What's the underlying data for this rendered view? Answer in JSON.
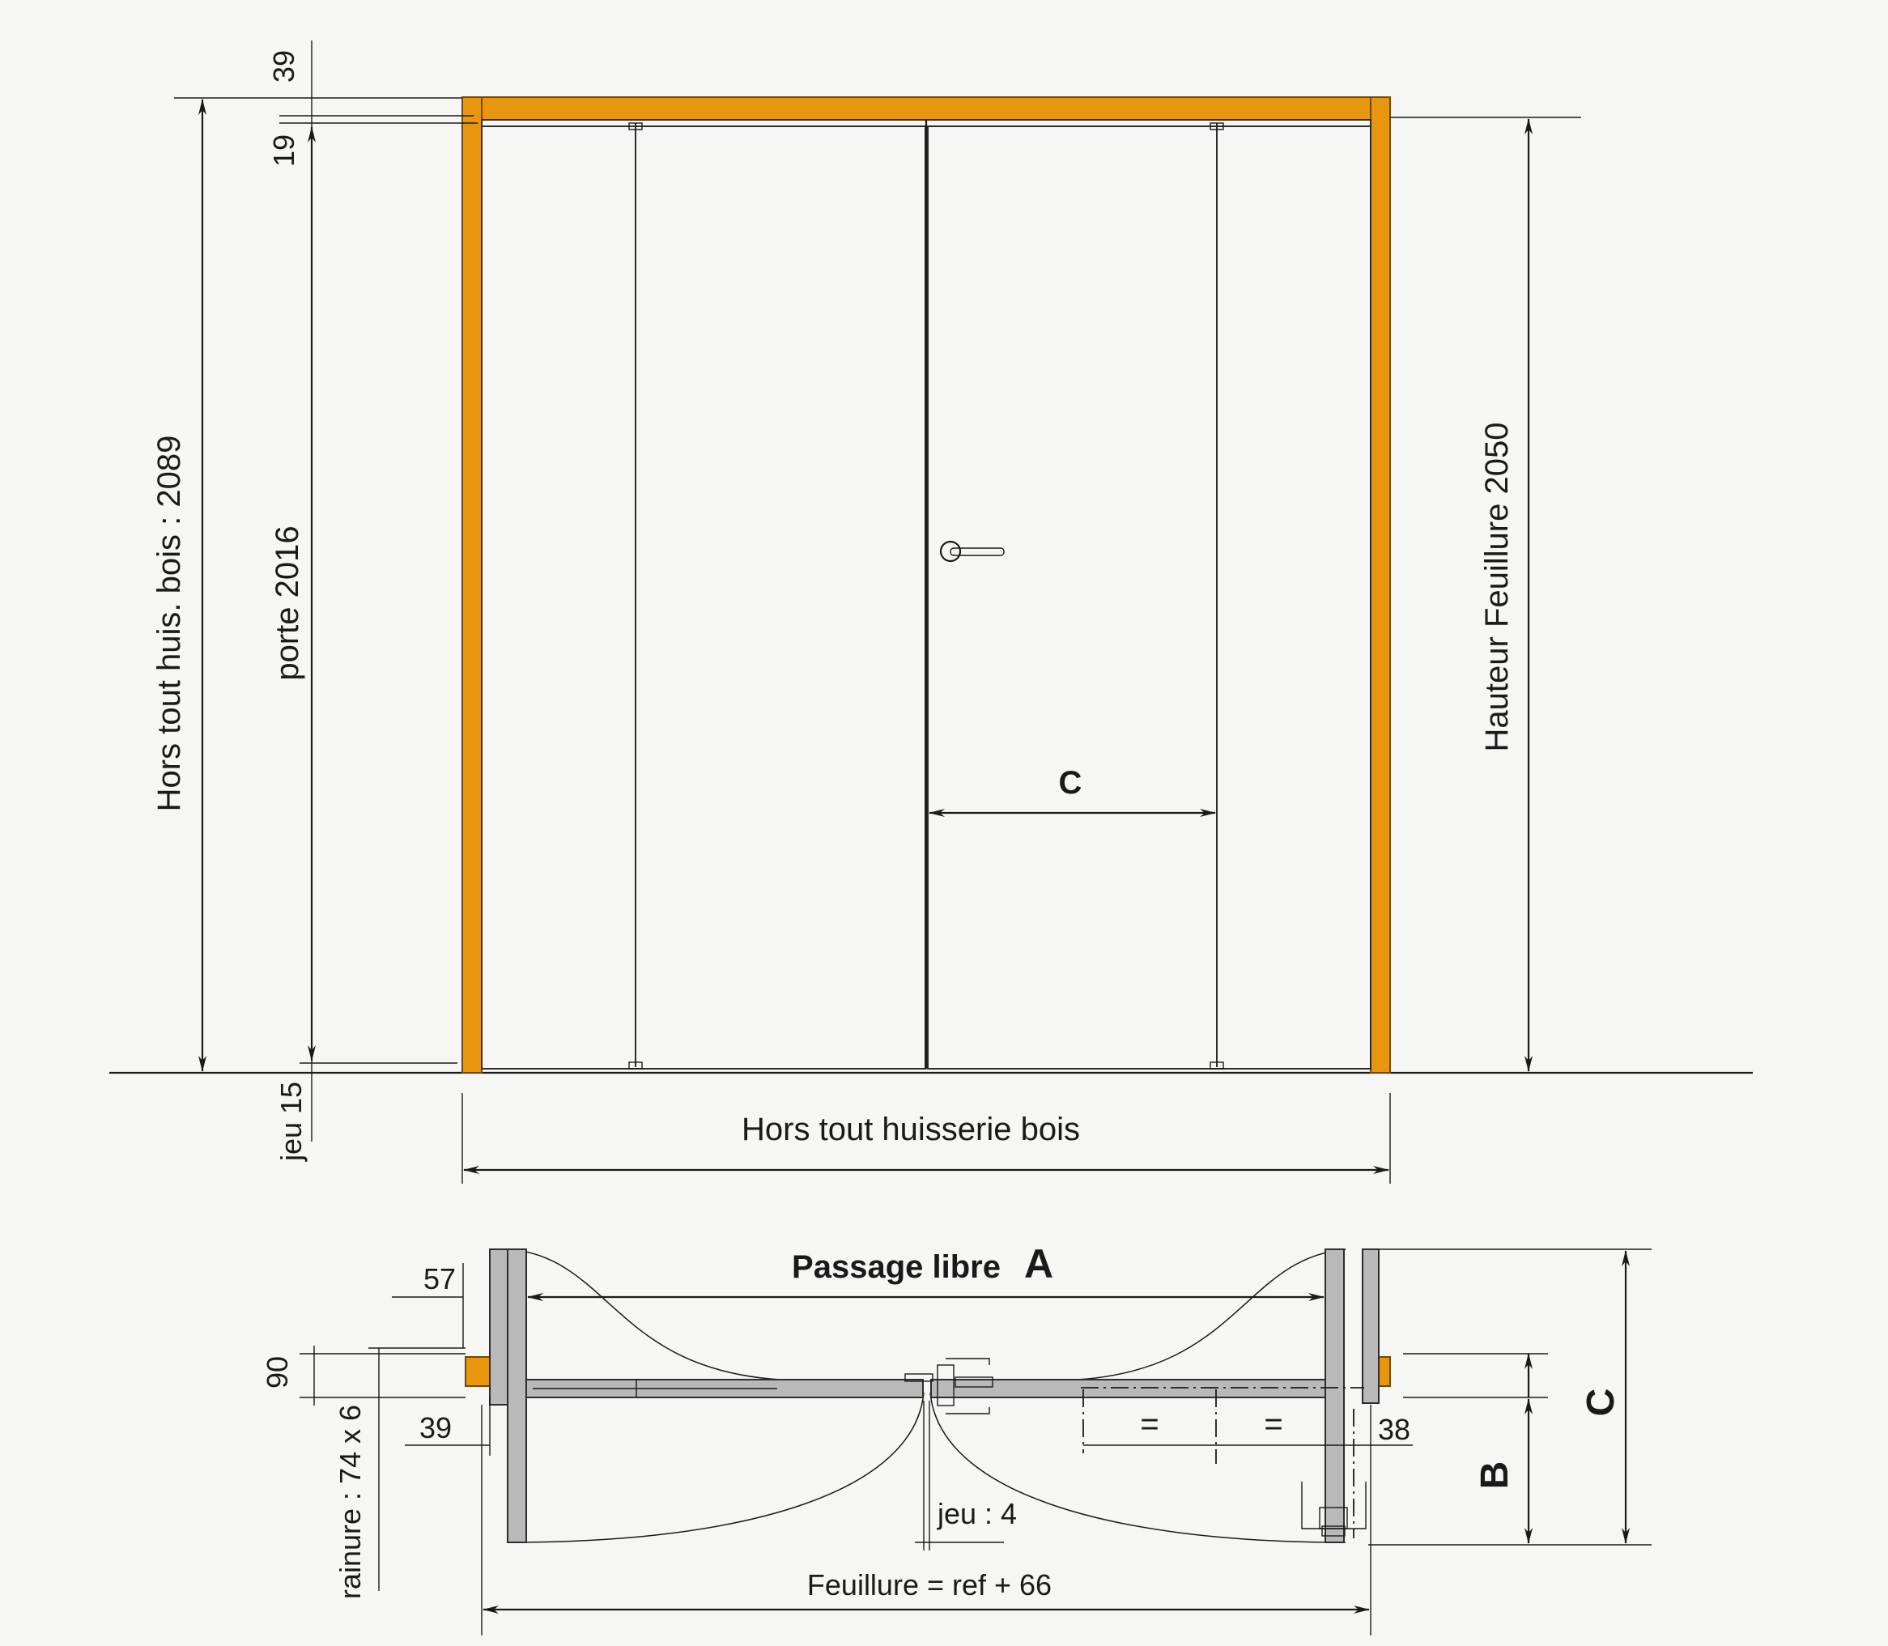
{
  "elevation": {
    "dim_39": "39",
    "dim_19": "19",
    "hors_tout_height": "Hors tout  huis. bois : 2089",
    "porte_height": "porte 2016",
    "hauteur_feuillure": "Hauteur Feuillure 2050",
    "leaf_width_label": "C",
    "jeu_bottom": "jeu 15",
    "hors_tout_width": "Hors tout huisserie bois"
  },
  "plan": {
    "passage_libre": "Passage libre",
    "passage_letter": "A",
    "dim_57": "57",
    "dim_90": "90",
    "dim_39": "39",
    "rainure": "rainure : 74 x 6",
    "equal_left": "=",
    "equal_right": "=",
    "dim_38": "38",
    "jeu_center": "jeu : 4",
    "dim_B": "B",
    "dim_C": "C",
    "feuillure": "Feuillure = ref + 66"
  },
  "colors": {
    "frame_wood": "#e8950f",
    "leaf_section": "#b9b9b9",
    "background": "#f6f6f4"
  }
}
